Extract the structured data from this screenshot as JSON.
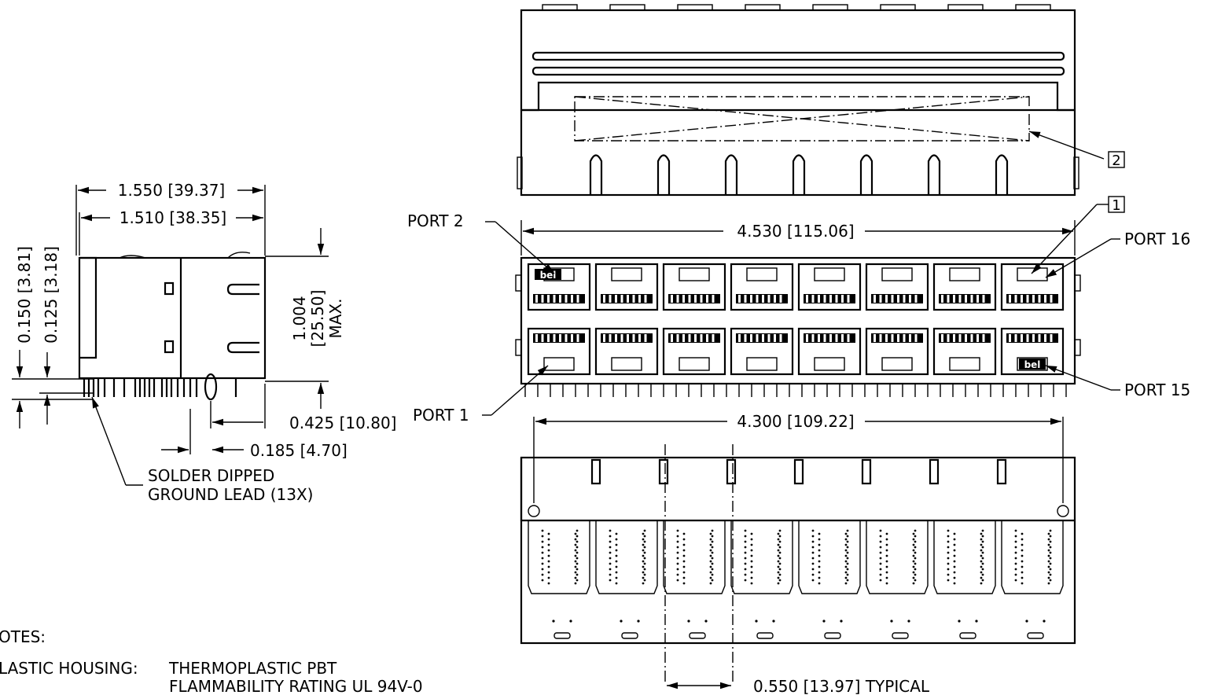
{
  "side_view": {
    "dim_width_overall": "1.550 [39.37]",
    "dim_width_body": "1.510 [38.35]",
    "dim_height_1": "0.150 [3.81]",
    "dim_height_2": "0.125 [3.18]",
    "dim_height_max_line1": "1.004",
    "dim_height_max_line2": "[25.50]",
    "dim_height_max_line3": "MAX.",
    "dim_lead_1": "0.425 [10.80]",
    "dim_lead_2": "0.185 [4.70]",
    "callout_line1": "SOLDER DIPPED",
    "callout_line2": "GROUND LEAD (13X)"
  },
  "front_view": {
    "port_2": "PORT 2",
    "port_16": "PORT 16",
    "port_1": "PORT 1",
    "port_15": "PORT 15",
    "dim_width": "4.530 [115.06]",
    "callout_1": "1",
    "callout_2": "2",
    "logo": "bel"
  },
  "bottom_view": {
    "dim_width": "4.300 [109.22]",
    "dim_pitch": "0.550 [13.97] TYPICAL"
  },
  "notes": {
    "heading": "OTES:",
    "line1_label": "LASTIC HOUSING:",
    "line1_value": "THERMOPLASTIC   PBT",
    "line2_value": "FLAMMABILITY RATING UL 94V-0"
  }
}
